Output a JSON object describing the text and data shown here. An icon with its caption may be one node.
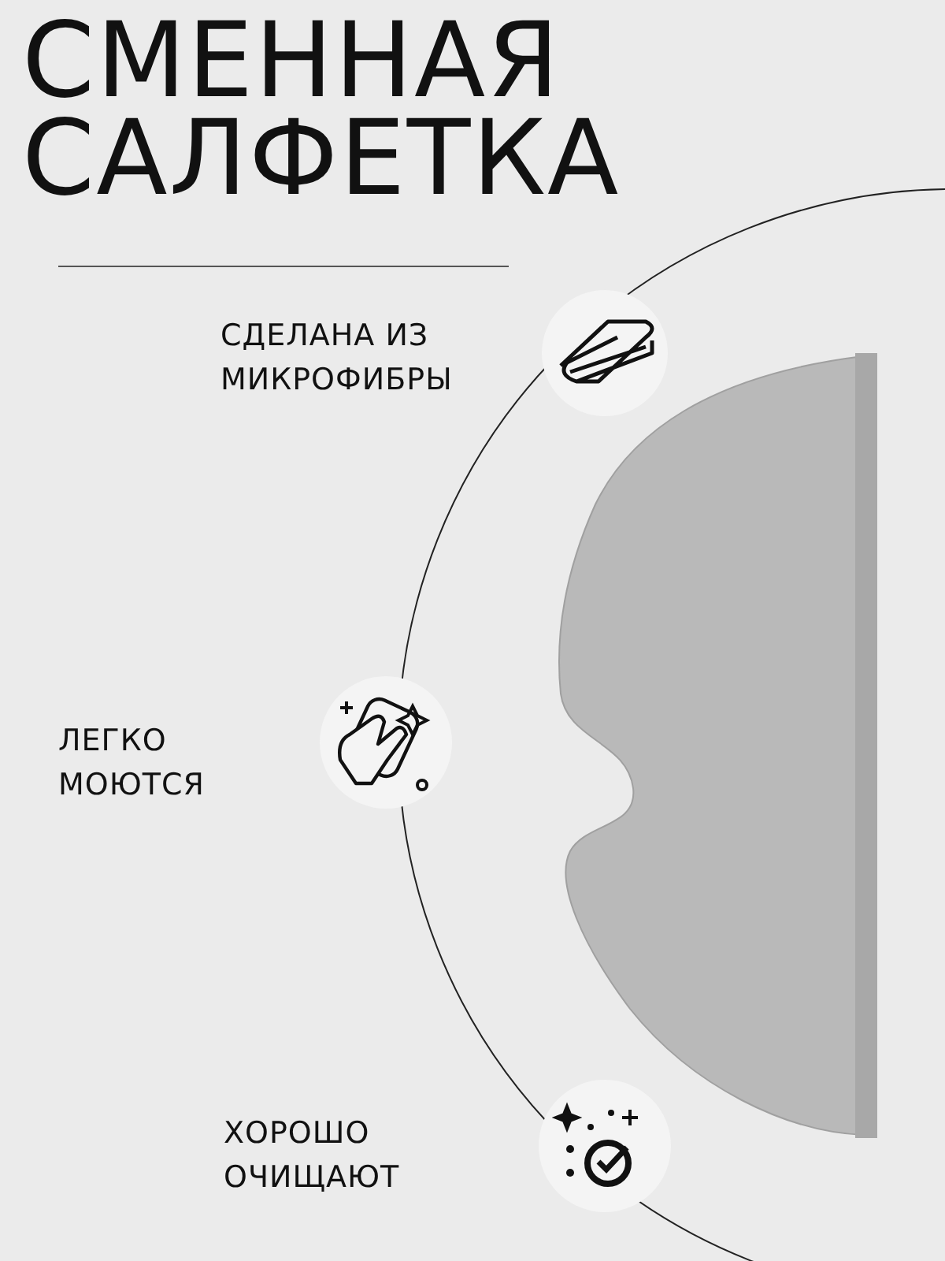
{
  "diagram": {
    "title": "СМЕННАЯ САЛФЕТКА",
    "labels": [
      "СДЕЛАНА ИЗ МИКРОФИБРЫ",
      "ЛЕГКО МОЮТСЯ",
      "ХОРОШО ОЧИЩАЮТ"
    ]
  }
}
